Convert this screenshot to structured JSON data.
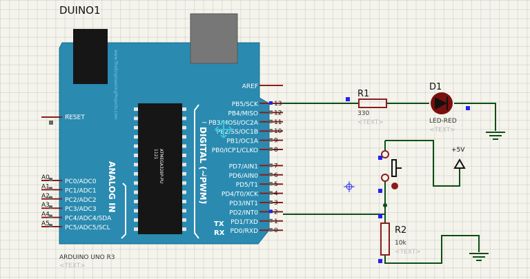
{
  "board": {
    "title": "DUINO1",
    "model": "ARDUINO UNO R3",
    "text_placeholder": "<TEXT>",
    "website": "www.TheEngineeringProjects.com",
    "analog_label": "ANALOG IN",
    "digital_label": "DIGITAL (~PWM)",
    "chip_line1": "1121",
    "chip_line2": "ATMEGA328P-PU",
    "aref": "AREF",
    "reset": "RESET",
    "tx": "TX",
    "rx": "RX",
    "analog_pins": [
      {
        "num": "A0",
        "name": "PC0/ADC0"
      },
      {
        "num": "A1",
        "name": "PC1/ADC1"
      },
      {
        "num": "A2",
        "name": "PC2/ADC2"
      },
      {
        "num": "A3",
        "name": "PC3/ADC3"
      },
      {
        "num": "A4",
        "name": "PC4/ADC4/SDA"
      },
      {
        "num": "A5",
        "name": "PC5/ADC5/SCL"
      }
    ],
    "digital_pins": [
      {
        "num": "13",
        "name": "PB5/SCK",
        "tilde": ""
      },
      {
        "num": "12",
        "name": "PB4/MISO",
        "tilde": ""
      },
      {
        "num": "11",
        "name": "PB3/MOSI/OC2A",
        "tilde": "~"
      },
      {
        "num": "10",
        "name": "PB2/SS/OC1B",
        "tilde": "~"
      },
      {
        "num": "9",
        "name": "PB1/OC1A",
        "tilde": "~"
      },
      {
        "num": "8",
        "name": "PB0/ICP1/CLKO",
        "tilde": ""
      },
      {
        "num": "7",
        "name": "PD7/AIN1",
        "tilde": ""
      },
      {
        "num": "6",
        "name": "PD6/AIN0",
        "tilde": "~"
      },
      {
        "num": "5",
        "name": "PD5/T1",
        "tilde": "~"
      },
      {
        "num": "4",
        "name": "PD4/T0/XCK",
        "tilde": ""
      },
      {
        "num": "3",
        "name": "PD3/INT1",
        "tilde": "~"
      },
      {
        "num": "2",
        "name": "PD2/INT0",
        "tilde": ""
      },
      {
        "num": "1",
        "name": "PD1/TXD",
        "tilde": ""
      },
      {
        "num": "0",
        "name": "PD0/RXD",
        "tilde": ""
      }
    ]
  },
  "components": {
    "r1": {
      "ref": "R1",
      "value": "330",
      "text": "<TEXT>"
    },
    "d1": {
      "ref": "D1",
      "value": "LED-RED",
      "text": "<TEXT>"
    },
    "r2": {
      "ref": "R2",
      "value": "10k",
      "text": "<TEXT>"
    },
    "power": {
      "label": "+5V"
    }
  },
  "colors": {
    "board": "#2a8ab0",
    "wire": "#0b4d14",
    "pin": "#8b1c1c",
    "marker": "#2222ee"
  }
}
